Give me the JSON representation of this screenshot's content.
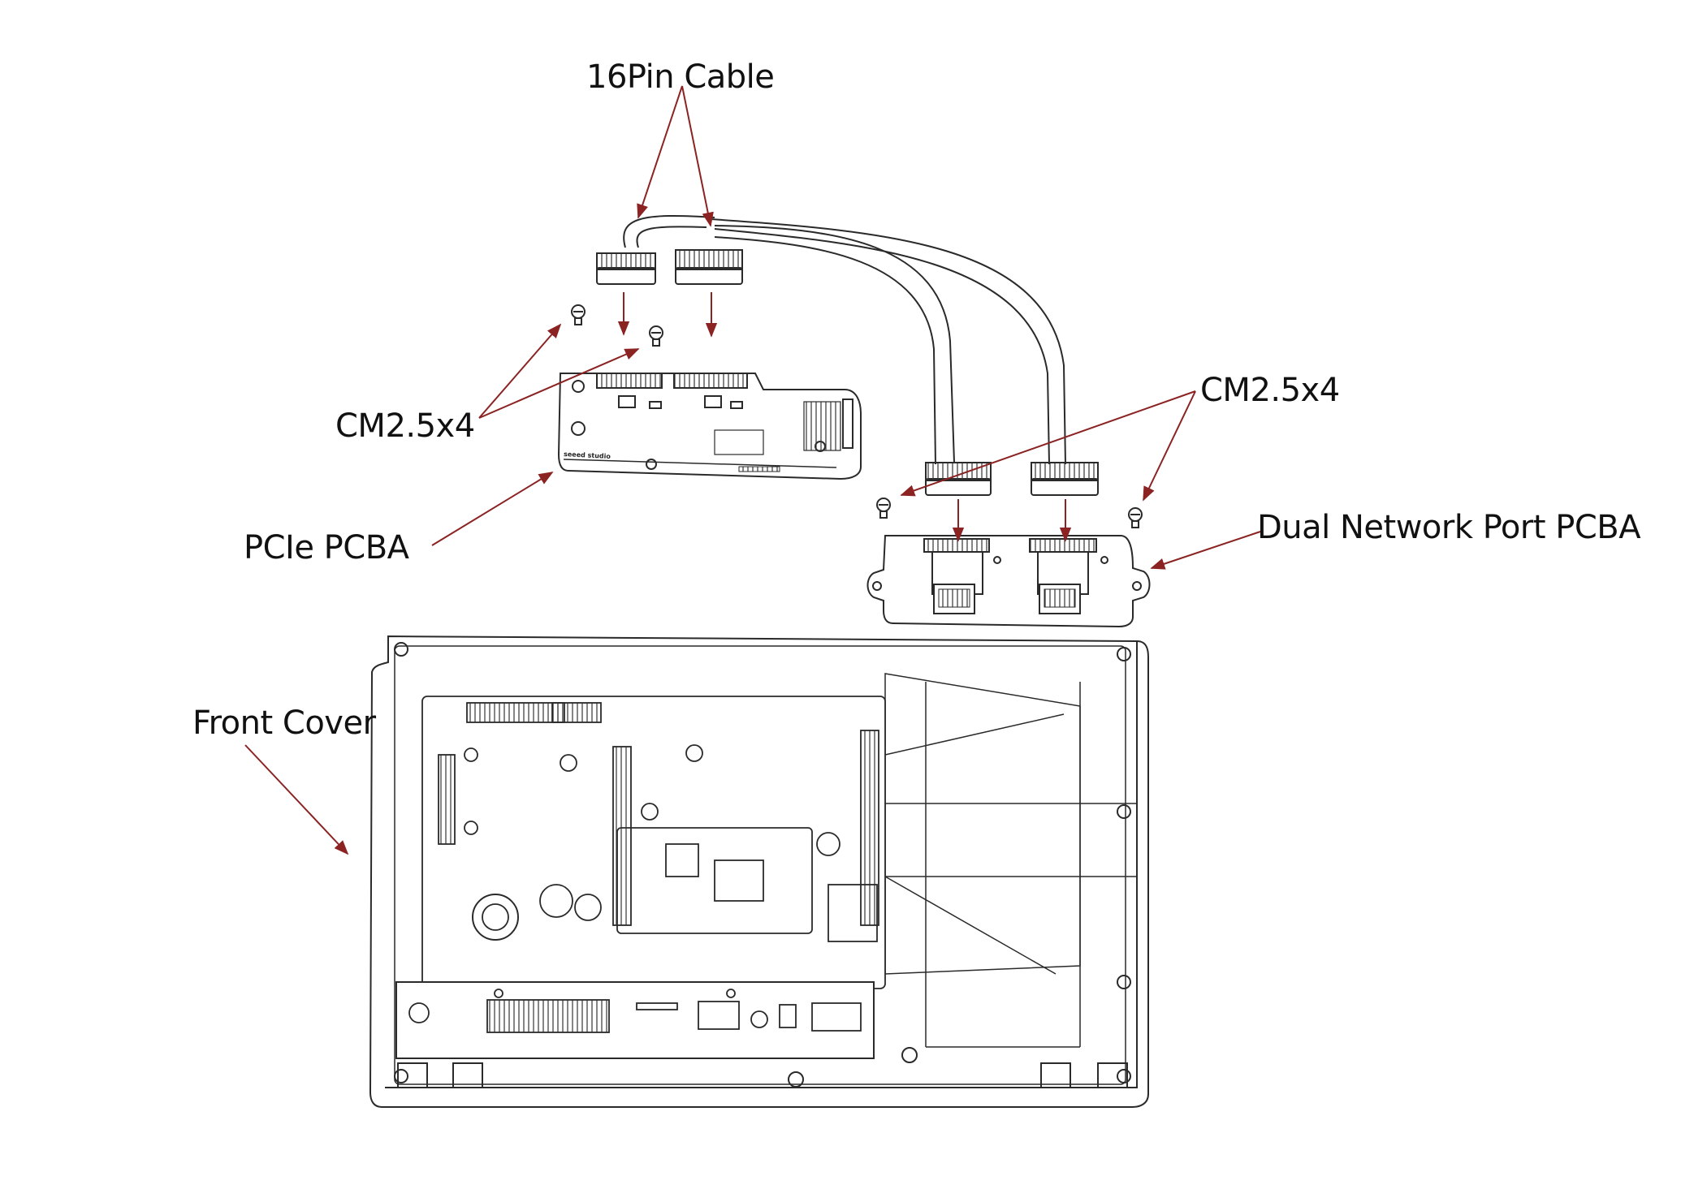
{
  "labels": {
    "cable": "16Pin Cable",
    "screw_left": "CM2.5x4",
    "pcie": "PCIe PCBA",
    "screw_right": "CM2.5x4",
    "dual_network": "Dual Network Port PCBA",
    "front_cover": "Front Cover"
  },
  "board_marking": "seeed studio",
  "colors": {
    "line": "#2a2a2a",
    "arrow": "#8b2323"
  }
}
